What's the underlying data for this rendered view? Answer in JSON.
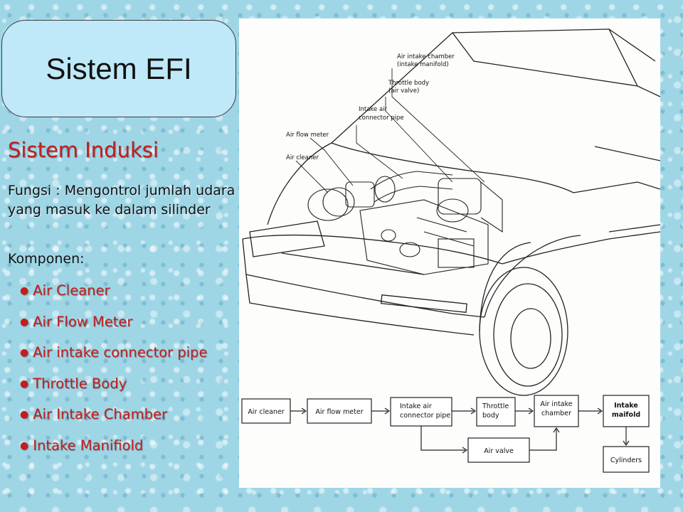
{
  "title": "Sistem EFI",
  "subheading": "Sistem Induksi",
  "fungsi": "Fungsi : Mengontrol jumlah udara yang masuk ke dalam silinder",
  "komponen_label": "Komponen:",
  "komponen": [
    "Air Cleaner",
    "Air Flow Meter",
    "Air intake connector pipe",
    "Throttle Body",
    "Air Intake Chamber",
    "Intake Manifiold"
  ],
  "figure": {
    "callouts": {
      "chamber_1": "Air intake chamber",
      "chamber_2": "(intake manifold)",
      "throttle_1": "Throttle body",
      "throttle_2": "(air valve)",
      "connector_1": "Intake air",
      "connector_2": "connector pipe",
      "flow_meter": "Air flow meter",
      "cleaner": "Air cleaner"
    },
    "flow": {
      "air_cleaner": "Air cleaner",
      "air_flow_meter": "Air flow meter",
      "connector_1": "Intake air",
      "connector_2": "connector pipe",
      "throttle_1": "Throttle",
      "throttle_2": "body",
      "chamber_1": "Air intake",
      "chamber_2": "chamber",
      "manifold_1": "Intake",
      "manifold_2": "maifold",
      "air_valve": "Air valve",
      "cylinders": "Cylinders"
    }
  }
}
